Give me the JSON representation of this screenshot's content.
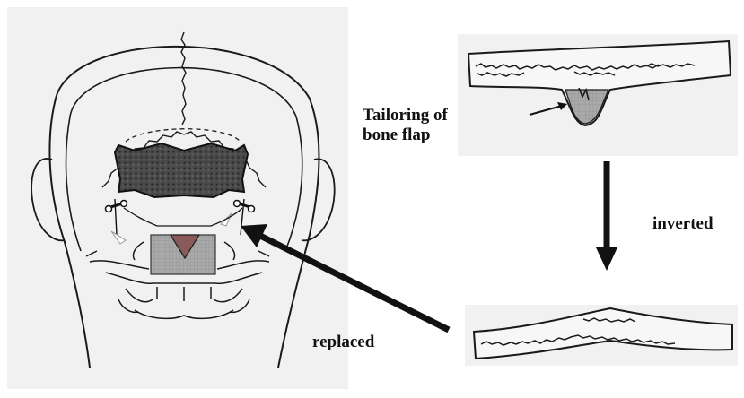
{
  "labels": {
    "tailoring_line1": "Tailoring of",
    "tailoring_line2": "bone flap",
    "inverted": "inverted",
    "replaced": "replaced"
  },
  "colors": {
    "panel_bg": "#f1f1f1",
    "ink": "#111111",
    "flap_dark": "#3a3a3a",
    "wedge_red": "#8a5a5a",
    "wedge_gray": "#9c9c9c"
  }
}
